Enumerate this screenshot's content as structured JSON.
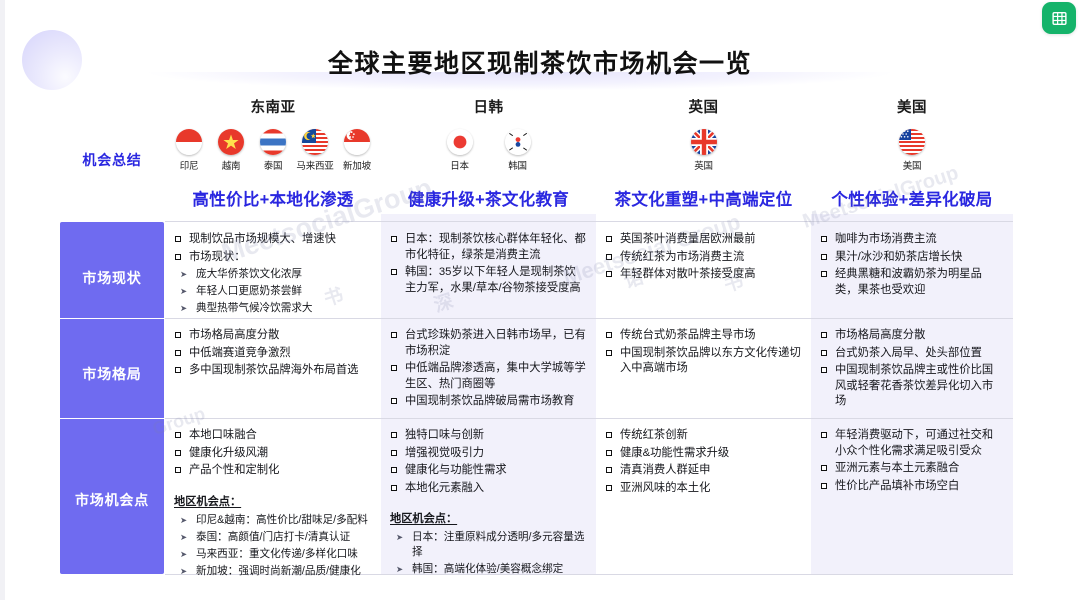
{
  "slide": {
    "title": "全球主要地区现制茶饮市场机会一览",
    "corner_badge_icon": "spreadsheet-grid-icon",
    "accent_color": "#6f6bf0",
    "headline_color": "#2a27e0",
    "badge_color": "#15b36a",
    "band_color": "#e7e6f7"
  },
  "row_header": {
    "summary_label": "机会总结",
    "rows": [
      "市场现状",
      "市场格局",
      "市场机会点"
    ]
  },
  "columns": [
    {
      "region": "东南亚",
      "highlight": false,
      "flags": [
        {
          "code": "id",
          "label": "印尼"
        },
        {
          "code": "vn",
          "label": "越南"
        },
        {
          "code": "th",
          "label": "泰国"
        },
        {
          "code": "my",
          "label": "马来西亚"
        },
        {
          "code": "sg",
          "label": "新加坡"
        }
      ],
      "summary": "高性价比+本地化渗透",
      "status": [
        "现制饮品市场规模大、增速快",
        "市场现状："
      ],
      "status_sub": [
        "庞大华侨茶饮文化浓厚",
        "年轻人口更愿奶茶尝鲜",
        "典型热带气候冷饮需求大"
      ],
      "landscape": [
        "市场格局高度分散",
        "中低端赛道竞争激烈",
        "多中国现制茶饮品牌海外布局首选"
      ],
      "opportunity": [
        "本地口味融合",
        "健康化升级风潮",
        "产品个性和定制化"
      ],
      "opportunity_sub_title": "地区机会点：",
      "opportunity_sub": [
        "印尼&越南：高性价比/甜味足/多配料",
        "泰国：高颜值/门店打卡/清真认证",
        "马来西亚：重文化传递/多样化口味",
        "新加坡：强调时尚新潮/品质/健康化"
      ]
    },
    {
      "region": "日韩",
      "highlight": true,
      "flags": [
        {
          "code": "jp",
          "label": "日本"
        },
        {
          "code": "kr",
          "label": "韩国"
        }
      ],
      "summary": "健康升级+茶文化教育",
      "status": [
        "日本：现制茶饮核心群体年轻化、都市化特征，绿茶是消费主流",
        "韩国：35岁以下年轻人是现制茶饮主力军，水果/草本/谷物茶接受度高"
      ],
      "status_sub": [],
      "landscape": [
        "台式珍珠奶茶进入日韩市场早，已有市场积淀",
        "中低端品牌渗透高，集中大学城等学生区、热门商圈等",
        "中国现制茶饮品牌破局需市场教育"
      ],
      "opportunity": [
        "独特口味与创新",
        "增强视觉吸引力",
        "健康化与功能性需求",
        "本地化元素融入"
      ],
      "opportunity_sub_title": "地区机会点：",
      "opportunity_sub": [
        "日本：注重原料成分透明/多元容量选择",
        "韩国：高端化体验/美容概念绑定"
      ]
    },
    {
      "region": "英国",
      "highlight": false,
      "flags": [
        {
          "code": "gb",
          "label": "英国"
        }
      ],
      "summary": "茶文化重塑+中高端定位",
      "status": [
        "英国茶叶消费量居欧洲最前",
        "传统红茶为市场消费主流",
        "年轻群体对散叶茶接受度高"
      ],
      "status_sub": [],
      "landscape": [
        "传统台式奶茶品牌主导市场",
        "中国现制茶饮品牌以东方文化传递切入中高端市场"
      ],
      "opportunity": [
        "传统红茶创新",
        "健康&功能性需求升级",
        "清真消费人群延申",
        "亚洲风味的本土化"
      ],
      "opportunity_sub_title": "",
      "opportunity_sub": []
    },
    {
      "region": "美国",
      "highlight": true,
      "flags": [
        {
          "code": "us",
          "label": "美国"
        }
      ],
      "summary": "个性体验+差异化破局",
      "status": [
        "咖啡为市场消费主流",
        "果汁/冰沙和奶茶店增长快",
        "经典黑糖和波霸奶茶为明星品类，果茶也受欢迎"
      ],
      "status_sub": [],
      "landscape": [
        "市场格局高度分散",
        "台式奶茶入局早、处头部位置",
        "中国现制茶饮品牌主或性价比国风或轻奢花香茶饮差异化切入市场"
      ],
      "opportunity": [
        "年轻消费驱动下，可通过社交和小众个性化需求满足吸引受众",
        "亚洲元素与本土元素融合",
        "性价比产品填补市场空白"
      ],
      "opportunity_sub_title": "",
      "opportunity_sub": []
    }
  ],
  "watermark": {
    "primary": "MeetsocialGroup",
    "marks": [
      "MeetsocialGroup",
      "Meetsocial Group",
      "MeetsocialGroup",
      "书",
      "深",
      "诺",
      "书",
      "深",
      "Group"
    ]
  }
}
